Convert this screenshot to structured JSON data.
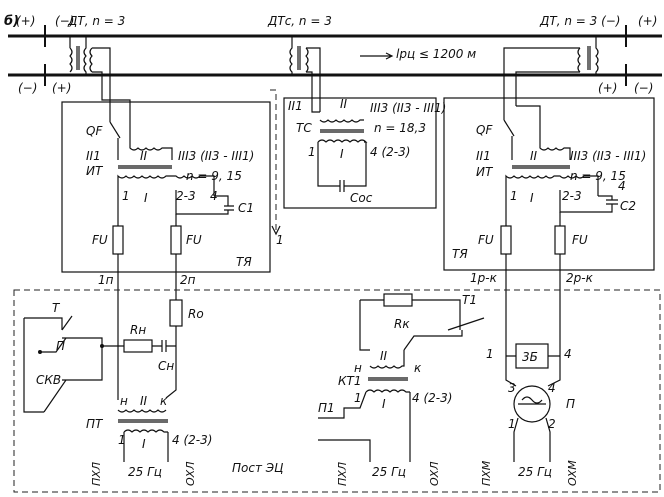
{
  "rails": {
    "top_left": [
      "б)",
      "(+)",
      "(−)"
    ],
    "bottom_left": [
      "(−)",
      "(+)"
    ],
    "top_right": [
      "(−)",
      "(+)"
    ],
    "bottom_right": [
      "(+)",
      "(−)"
    ]
  },
  "transformers": {
    "dt_left": "ДТ, n = 3",
    "dt_center": "ДТс, n = 3",
    "dt_right": "ДТ, n = 3 (−)"
  },
  "length_note": "lрц ≤ 1200 м",
  "ty_left": {
    "qf": "QF",
    "w2_left": "II1",
    "it": "ИТ",
    "w2": "II",
    "w3": "III3 (II3 - III1)",
    "ratio": "n = 9, 15",
    "t1": "1",
    "w1": "I",
    "t23": "2-3",
    "t4": "4",
    "cap": "C1",
    "fu_a": "FU",
    "fu_b": "FU",
    "ty": "ТЯ",
    "out_a": "1п",
    "out_b": "2п"
  },
  "ty_center": {
    "w2_left": "II1",
    "w2": "II",
    "w3": "III3 (II3 - III1)",
    "tc": "ТС",
    "ratio": "n = 18,3",
    "t1": "1",
    "w1": "I",
    "t4": "4 (2-3)",
    "cap": "Cос",
    "arrow": "1"
  },
  "ty_right": {
    "qf": "QF",
    "w2_left": "II1",
    "it": "ИТ",
    "w2": "II",
    "w3": "III3 (II3 - III1)",
    "ratio": "n = 9, 15",
    "t1": "1",
    "w1": "I",
    "t23": "2-3",
    "t4": "4",
    "cap": "C2",
    "fu_a": "FU",
    "fu_b": "FU",
    "ty": "ТЯ",
    "out_a": "1р-к",
    "out_b": "2р-к"
  },
  "post": {
    "t": "Т",
    "p": "П",
    "skv": "СКВ",
    "rn": "Rн",
    "ro": "Ro",
    "cn": "Cн",
    "pt": "ПТ",
    "pt_n": "н",
    "pt_w2": "II",
    "pt_k": "к",
    "pt_1": "1",
    "pt_w1": "I",
    "pt_4": "4 (2-3)",
    "pxl": "ПХЛ",
    "freq": "25 Гц",
    "oxl": "ОХЛ",
    "title": "Пост ЭЦ"
  },
  "post_center": {
    "rk": "Rк",
    "t1": "Т1",
    "n": "н",
    "w2": "II",
    "k": "к",
    "kt1": "КТ1",
    "one": "1",
    "w1": "I",
    "t4": "4 (2-3)",
    "p1": "П1",
    "pxl": "ПХЛ",
    "freq": "25 Гц",
    "oxl": "ОХЛ"
  },
  "post_right": {
    "t1": "1",
    "zb": "3Б",
    "t4": "4",
    "t3": "3",
    "t4b": "4",
    "t1b": "1",
    "t2": "2",
    "p": "П",
    "pxm": "ПХМ",
    "freq": "25 Гц",
    "oxm": "ОХМ"
  }
}
